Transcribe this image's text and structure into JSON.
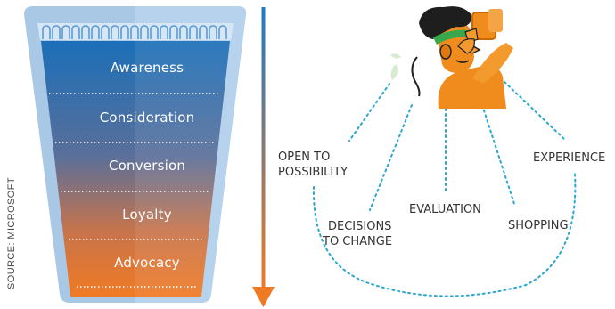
{
  "source_text": "SOURCE: MICROSOFT",
  "funnel": {
    "stages": [
      "Awareness",
      "Consideration",
      "Conversion",
      "Loyalty",
      "Advocacy"
    ],
    "colors": {
      "top": "#1b6fb8",
      "bottom": "#f07a24",
      "frame": "#a9c8e6"
    }
  },
  "arrow": {
    "color_top": "#1f7ac4",
    "color_bottom": "#f07a24"
  },
  "journey": {
    "open": [
      "OPEN TO",
      "POSSIBILITY"
    ],
    "decisions": [
      "DECISIONS",
      "TO CHANGE"
    ],
    "evaluation": "EVALUATION",
    "shopping": "SHOPPING",
    "experience": "EXPERIENCE",
    "dot_color": "#2aa7cf"
  },
  "illustration": {
    "icon": "person-with-binoculars-icon",
    "colors": {
      "skin": "#f08c1e",
      "hair": "#1e1e1e",
      "band": "#3aa84a"
    }
  }
}
